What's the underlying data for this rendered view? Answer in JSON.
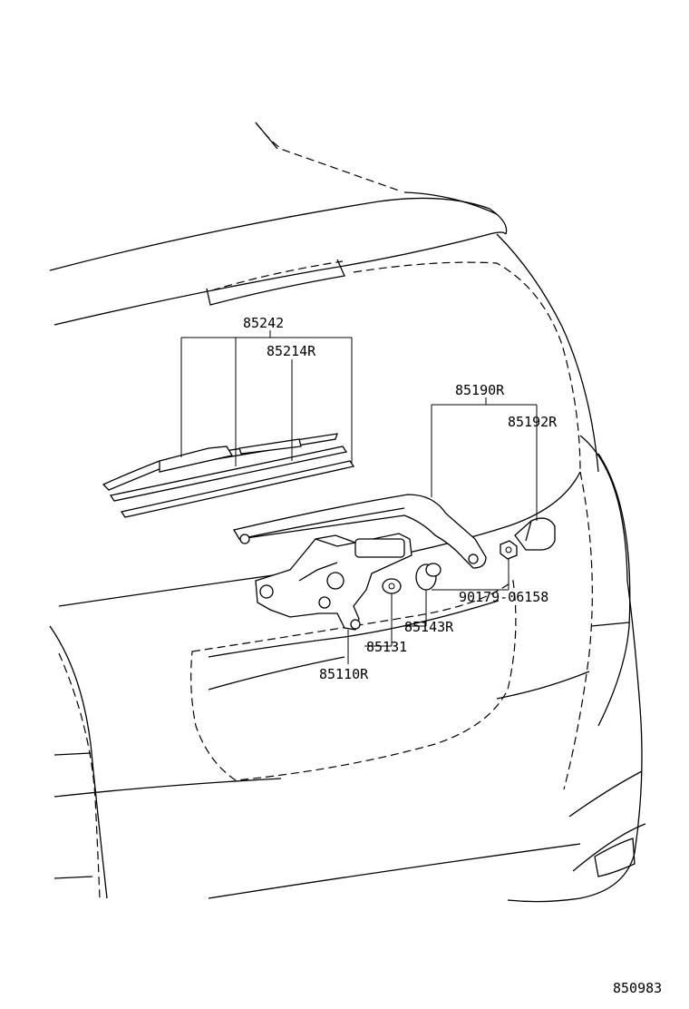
{
  "labels": {
    "p85242": "85242",
    "p85214R": "85214R",
    "p85190R": "85190R",
    "p85192R": "85192R",
    "p90179": "90179-06158",
    "p85143R": "85143R",
    "p85131": "85131",
    "p85110R": "85110R"
  },
  "diagram_code": "850983"
}
